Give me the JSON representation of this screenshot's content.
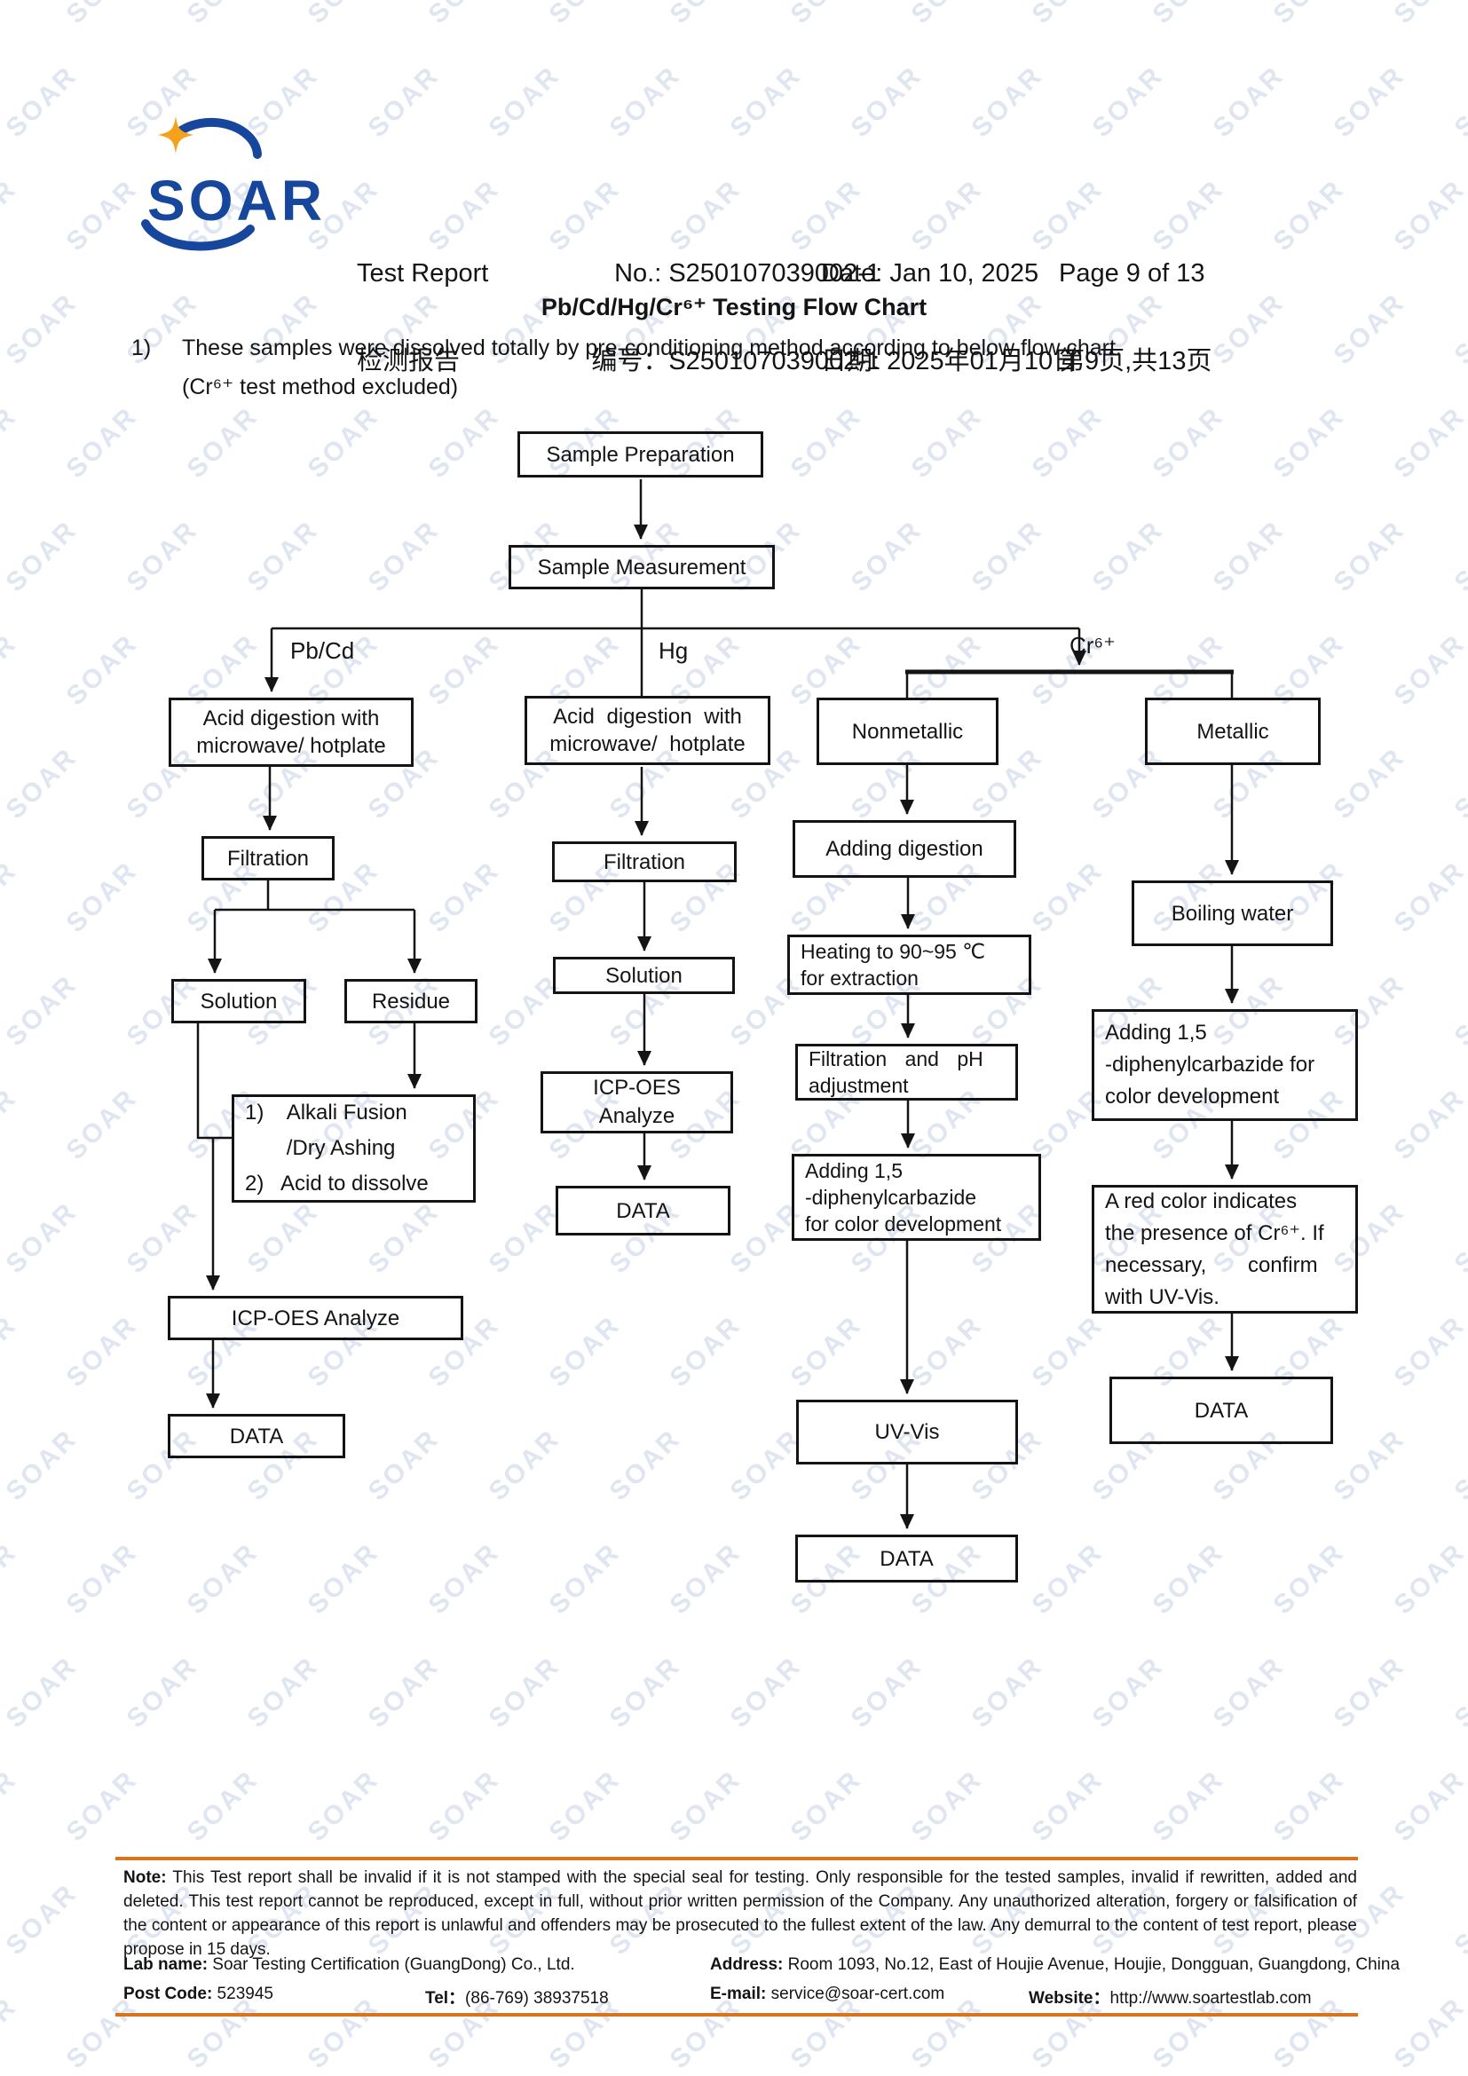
{
  "watermark": {
    "text": "SOAR"
  },
  "colors": {
    "logo_blue": "#17479d",
    "star_orange": "#f5a11c",
    "rule_orange": "#d8741c",
    "ink": "#141414"
  },
  "header": {
    "logo_text": "SOAR",
    "report_label_en": "Test Report",
    "report_label_zh": "检测报告",
    "no_en": "No.: S250107039002-1",
    "no_zh": "编号：S250107039002-1",
    "date_en": "Date: Jan 10, 2025",
    "date_zh": "日期: 2025年01月10日",
    "page_en": "Page 9 of 13",
    "page_zh": "第9页,共13页"
  },
  "title": "Pb/Cd/Hg/Cr⁶⁺ Testing Flow Chart",
  "intro": {
    "index": "1)",
    "line1": "These samples were dissolved totally by pre-conditioning method according to below flow chart.",
    "line2": "(Cr⁶⁺ test method excluded)"
  },
  "flow": {
    "branch_labels": {
      "left": "Pb/Cd",
      "middle": "Hg",
      "right": "Cr⁶⁺"
    },
    "nodes": {
      "sample_preparation": "Sample Preparation",
      "sample_measurement": "Sample Measurement",
      "acid_left": "Acid digestion with\nmicrowave/ hotplate",
      "acid_mid": "Acid digestion with\nmicrowave/ hotplate",
      "nonmetallic": "Nonmetallic",
      "metallic": "Metallic",
      "filtration_left": "Filtration",
      "solution_left": "Solution",
      "residue": "Residue",
      "alkali": "1)    Alkali Fusion\n       /Dry Ashing\n2)   Acid to dissolve",
      "icp_left": "ICP-OES Analyze",
      "data_left": "DATA",
      "filtration_mid": "Filtration",
      "solution_mid": "Solution",
      "icp_mid": "ICP-OES\nAnalyze",
      "data_mid": "DATA",
      "adding_digestion": "Adding digestion",
      "heating": "Heating to 90~95 ℃\nfor extraction",
      "filtration_ph": "Filtration and pH\nadjustment",
      "adding_15_mid": "Adding 1,5\n-diphenylcarbazide\nfor color development",
      "uv_vis": "UV-Vis",
      "data_nonmetallic": "DATA",
      "boiling_water": "Boiling water",
      "adding_15_right": "Adding 1,5\n-diphenylcarbazide for\ncolor development",
      "red_color": "A red color indicates\nthe presence of Cr⁶⁺. If\nnecessary,       confirm\nwith UV-Vis.",
      "data_right": "DATA"
    }
  },
  "footer": {
    "note_label": "Note:",
    "note_text": " This Test report shall be invalid if it is not stamped with the special seal for testing. Only responsible for the tested samples, invalid if rewritten, added and deleted. This test report cannot be reproduced, except in full, without prior written permission of the Company.  Any unauthorized alteration, forgery or falsification of the content or appearance of this report is unlawful and offenders may be prosecuted to the fullest extent of the law. Any demurral to the content of test report, please propose in 15 days.",
    "lab_name_label": "Lab name:",
    "lab_name": " Soar Testing Certification (GuangDong) Co., Ltd.",
    "address_label": "Address:",
    "address": " Room 1093, No.12, East of Houjie Avenue, Houjie, Dongguan, Guangdong, China",
    "post_code_label": "Post Code:",
    "post_code": " 523945",
    "tel_label": "Tel：",
    "tel": "(86-769) 38937518",
    "email_label": "E-mail:",
    "email": " service@soar-cert.com",
    "website_label": "Website：",
    "website": "http://www.soartestlab.com"
  }
}
